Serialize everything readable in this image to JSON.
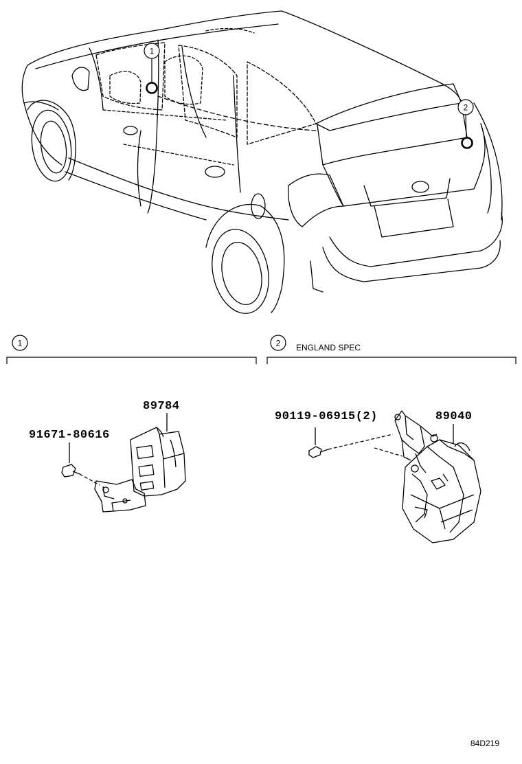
{
  "car_callouts": [
    {
      "number": "1"
    },
    {
      "number": "2"
    }
  ],
  "section_left": {
    "callout": "1",
    "part_main": "89784",
    "part_bolt": "91671-80616"
  },
  "section_right": {
    "callout": "2",
    "spec": "ENGLAND SPEC",
    "part_main": "89040",
    "part_bolt": "90119-06915(2)"
  },
  "diagram_ref": "84D219",
  "colors": {
    "line": "#000000",
    "background": "#ffffff"
  }
}
